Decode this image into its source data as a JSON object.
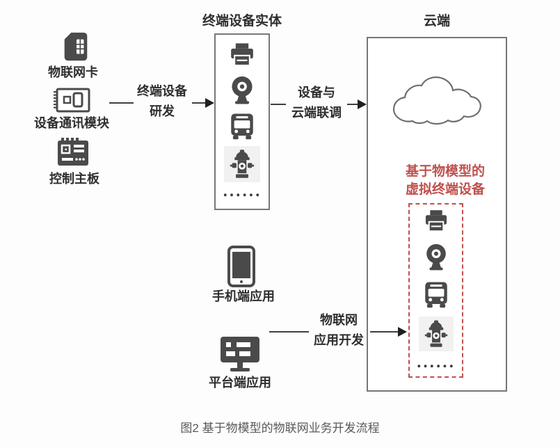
{
  "diagram": {
    "left_items": [
      {
        "label": "物联网卡",
        "icon": "sim-card"
      },
      {
        "label": "设备通讯模块",
        "icon": "comm-module"
      },
      {
        "label": "控制主板",
        "icon": "mainboard"
      }
    ],
    "arrows": [
      {
        "line1": "终端设备",
        "line2": "研发"
      },
      {
        "line1": "设备与",
        "line2": "云端联调"
      },
      {
        "line1": "物联网",
        "line2": "应用开发"
      }
    ],
    "device_box": {
      "title": "终端设备实体",
      "icons": [
        "printer",
        "webcam",
        "bus",
        "fire-hydrant"
      ],
      "ellipsis": "......"
    },
    "cloud_box": {
      "title": "云端",
      "cloud_icon": "cloud-outline",
      "virtual_label_line1": "基于物模型的",
      "virtual_label_line2": "虚拟终端设备",
      "icons": [
        "printer",
        "webcam",
        "bus",
        "fire-hydrant"
      ],
      "ellipsis": "......"
    },
    "app_items": [
      {
        "label": "手机端应用",
        "icon": "phone"
      },
      {
        "label": "平台端应用",
        "icon": "monitor"
      }
    ],
    "caption": "图2 基于物模型的物联网业务开发流程",
    "colors": {
      "accent_red": "#c0504d",
      "icon_gray": "#4a4a4a",
      "border_gray": "#777777",
      "caption_gray": "#595959",
      "line_dark": "#1f1f1f"
    }
  }
}
